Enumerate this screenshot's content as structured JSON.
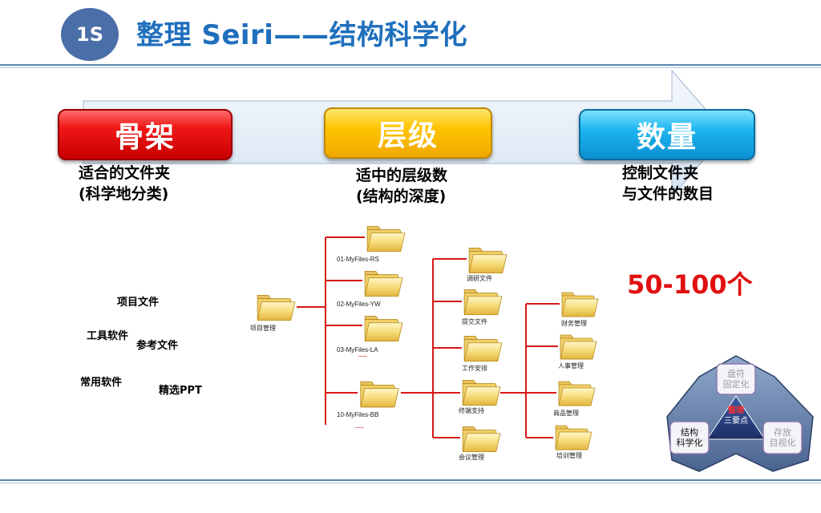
{
  "header": {
    "badge": "1S",
    "title": "整理 Seiri——结构科学化"
  },
  "pillars": [
    {
      "label": "骨架",
      "desc_line1": "适合的文件夹",
      "desc_line2": "(科学地分类)",
      "color": "#e81010"
    },
    {
      "label": "层级",
      "desc_line1": "适中的层级数",
      "desc_line2": "(结构的深度)",
      "color": "#ffc000"
    },
    {
      "label": "数量",
      "desc_line1": "控制文件夹",
      "desc_line2": "与文件的数目",
      "color": "#1fb0ea"
    }
  ],
  "count_highlight": "50-100个",
  "floating_labels": [
    "项目文件",
    "工具软件",
    "参考文件",
    "常用软件",
    "精选PPT"
  ],
  "tree": {
    "root": "项目管理",
    "level1": [
      "01-MyFiles-RS",
      "02-MyFiles-YW",
      "03-MyFiles-LA",
      "10-MyFiles-BB"
    ],
    "level1_dots": [
      "......",
      "......"
    ],
    "level2": [
      "调研文件",
      "提交文件",
      "工作安排",
      "终端支持",
      "会议管理"
    ],
    "level3": [
      "财务管理",
      "人事管理",
      "商品管理",
      "培训管理"
    ]
  },
  "triangle": {
    "center": "整理",
    "center_sub": "三要点",
    "top": [
      "盘符",
      "固定化"
    ],
    "left": [
      "结构",
      "科学化"
    ],
    "right": [
      "存放",
      "目视化"
    ]
  },
  "colors": {
    "title": "#1f6fbd",
    "badge": "#4a6ea8",
    "tree_line": "#d81818",
    "highlight": "#e01010"
  }
}
